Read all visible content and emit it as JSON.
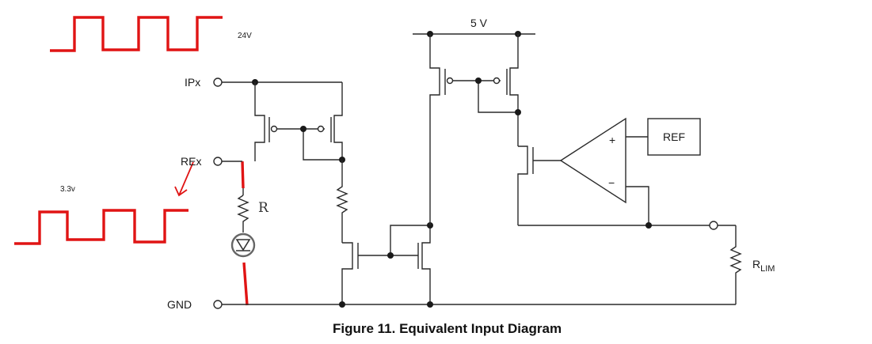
{
  "labels": {
    "supply": "5 V",
    "ipx": "IPx",
    "rex": "REx",
    "gnd": "GND",
    "r": "R",
    "ref": "REF",
    "plus": "+",
    "minus": "−",
    "rlim_main": "R",
    "rlim_sub": "LIM",
    "v24": "24V",
    "v33": "3.3v"
  },
  "caption": "Figure 11.  Equivalent Input Diagram"
}
